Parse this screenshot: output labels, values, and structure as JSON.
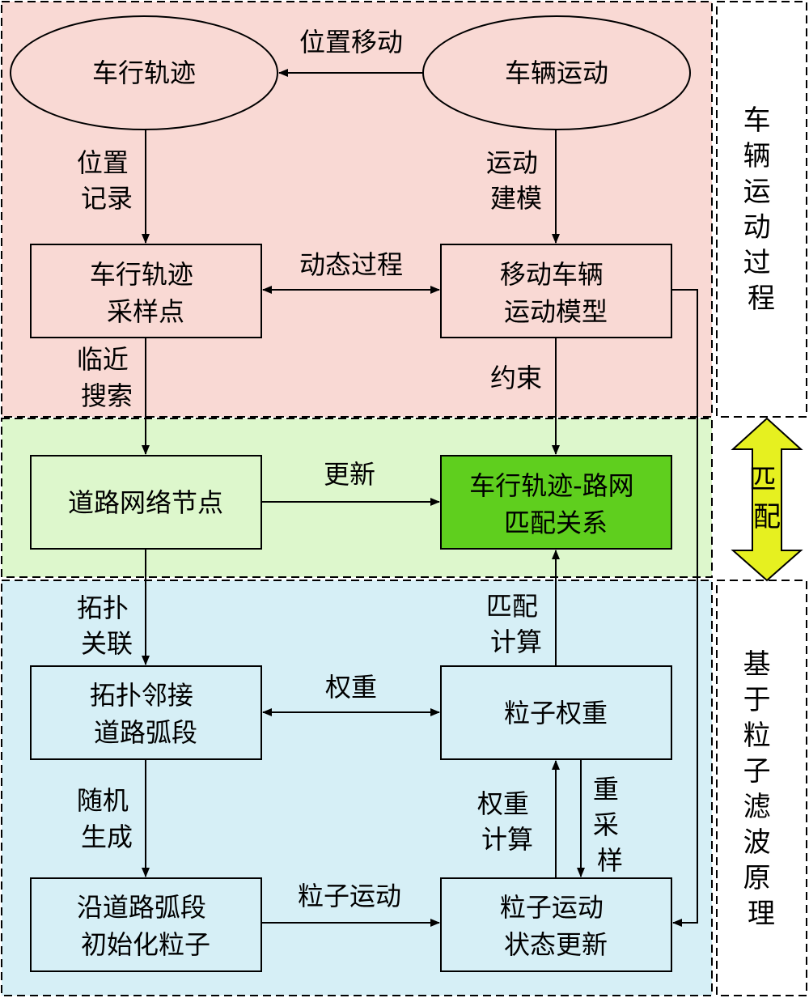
{
  "colors": {
    "region_vehicle": "#f9d9d4",
    "region_match": "#ddf7cc",
    "region_particle": "#d6eff6",
    "highlight_box": "#5fcf1e",
    "double_arrow": "#e6f020"
  },
  "side_labels": {
    "vehicle_motion": [
      "车",
      "辆",
      "运",
      "动",
      "过",
      "程"
    ],
    "match": [
      "匹",
      "配"
    ],
    "particle": [
      "基",
      "于",
      "粒",
      "子",
      "滤",
      "波",
      "原",
      "理"
    ]
  },
  "nodes": {
    "trajectory": [
      "车行轨迹"
    ],
    "vehicle_motion": [
      "车辆运动"
    ],
    "trajectory_samples": [
      "车行轨迹",
      "采样点"
    ],
    "motion_model": [
      "移动车辆",
      "运动模型"
    ],
    "road_nodes": [
      "道路网络节点"
    ],
    "match_relation": [
      "车行轨迹-路网",
      "匹配关系"
    ],
    "adjacent_arcs": [
      "拓扑邻接",
      "道路弧段"
    ],
    "particle_weight": [
      "粒子权重"
    ],
    "init_particles": [
      "沿道路弧段",
      "初始化粒子"
    ],
    "particle_update": [
      "粒子运动",
      "状态更新"
    ]
  },
  "edges": {
    "position_move": [
      "位置移动"
    ],
    "position_record": [
      "位置",
      "记录"
    ],
    "motion_modeling": [
      "运动",
      "建模"
    ],
    "dynamic_process": [
      "动态过程"
    ],
    "nearby_search": [
      "临近",
      "搜索"
    ],
    "constraint": [
      "约束"
    ],
    "update": [
      "更新"
    ],
    "topology_link": [
      "拓扑",
      "关联"
    ],
    "match_compute": [
      "匹配",
      "计算"
    ],
    "weight": [
      "权重"
    ],
    "random_generate": [
      "随机",
      "生成"
    ],
    "weight_compute": [
      "权重",
      "计算"
    ],
    "resample": [
      "重",
      "采",
      "样"
    ],
    "particle_motion": [
      "粒子运动"
    ]
  }
}
